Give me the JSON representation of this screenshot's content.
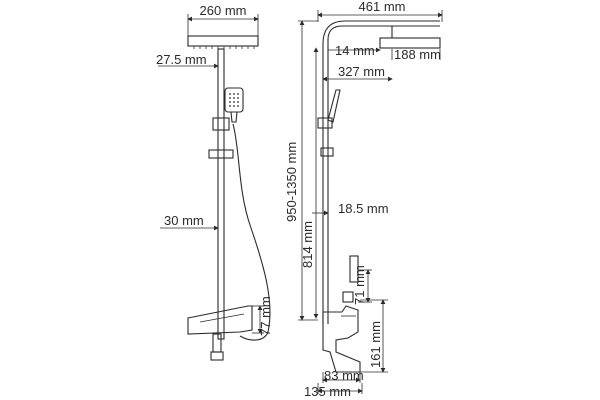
{
  "dimensions": {
    "front_head_width": "260 mm",
    "front_arm_offset": "27.5 mm",
    "front_bar_diameter": "30 mm",
    "front_spout_height": "77 mm",
    "side_total_depth": "461 mm",
    "side_head_thickness": "14 mm",
    "side_head_depth": "188 mm",
    "side_arm_reach": "327 mm",
    "side_height_range": "950-1350 mm",
    "side_column_height": "814 mm",
    "side_wall_gap": "18.5 mm",
    "side_mixer_height": "71 mm",
    "side_mixer_body": "161 mm",
    "side_spout_reach": "83 mm",
    "side_total_reach": "135 mm"
  }
}
